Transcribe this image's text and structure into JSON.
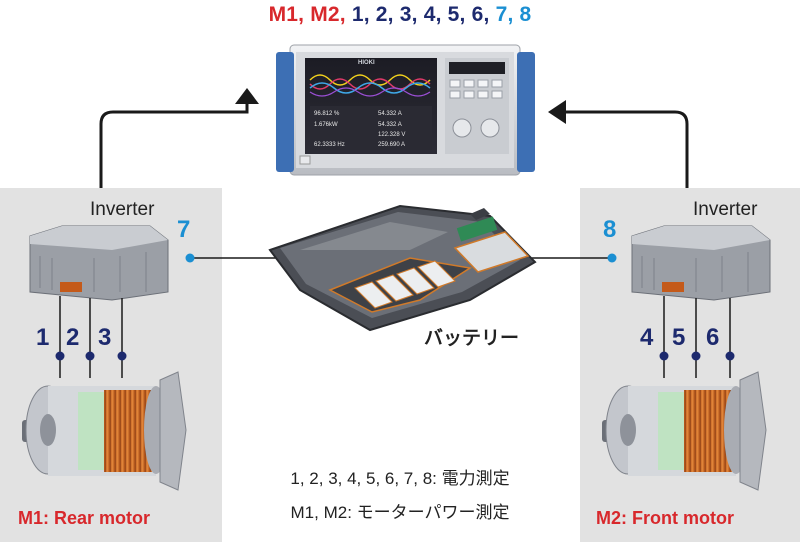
{
  "title": {
    "motors": "M1, M2,",
    "channels_navy": "1, 2, 3, 4, 5, 6,",
    "channel_7": "7,",
    "channel_8": "8"
  },
  "left": {
    "inverter_label": "Inverter",
    "inverter_channel": "7",
    "motor_channels": [
      "1",
      "2",
      "3"
    ],
    "motor_label": "M1: Rear motor"
  },
  "right": {
    "inverter_label": "Inverter",
    "inverter_channel": "8",
    "motor_channels": [
      "4",
      "5",
      "6"
    ],
    "motor_label": "M2: Front motor"
  },
  "battery_label": "バッテリー",
  "legend": {
    "line1": "1, 2, 3, 4, 5, 6, 7, 8: 電力測定",
    "line2": "M1, M2: モーターパワー測定"
  },
  "device": {
    "brand": "HIOKI",
    "readouts": [
      {
        "value": "96.812",
        "unit": "%"
      },
      {
        "value": "1.676kW",
        "unit": ""
      },
      {
        "value": "62.3333",
        "unit": "Hz"
      },
      {
        "value": "54.332",
        "unit": "A"
      },
      {
        "value": "54.332",
        "unit": "A"
      },
      {
        "value": "122.328",
        "unit": "V"
      },
      {
        "value": "259.690",
        "unit": "A"
      }
    ]
  },
  "colors": {
    "red": "#d8282c",
    "navy": "#1d2a6e",
    "blue": "#1b8fd2",
    "panel": "#e2e2e2"
  }
}
